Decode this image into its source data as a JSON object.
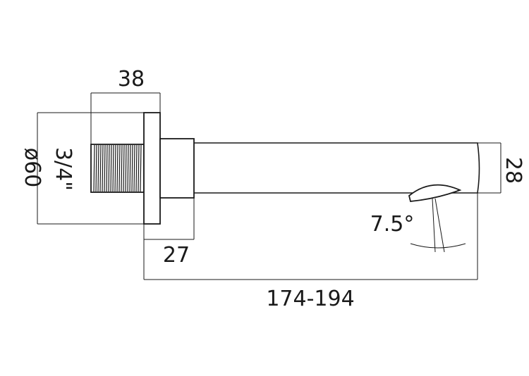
{
  "labels": {
    "width_body": "38",
    "diameter": "ø60",
    "thread": "3/4\"",
    "backplate_depth": "27",
    "projection": "174-194",
    "outlet_height": "28",
    "angle": "7.5°"
  },
  "colors": {
    "line": "#1a1a1a",
    "background": "#ffffff"
  }
}
